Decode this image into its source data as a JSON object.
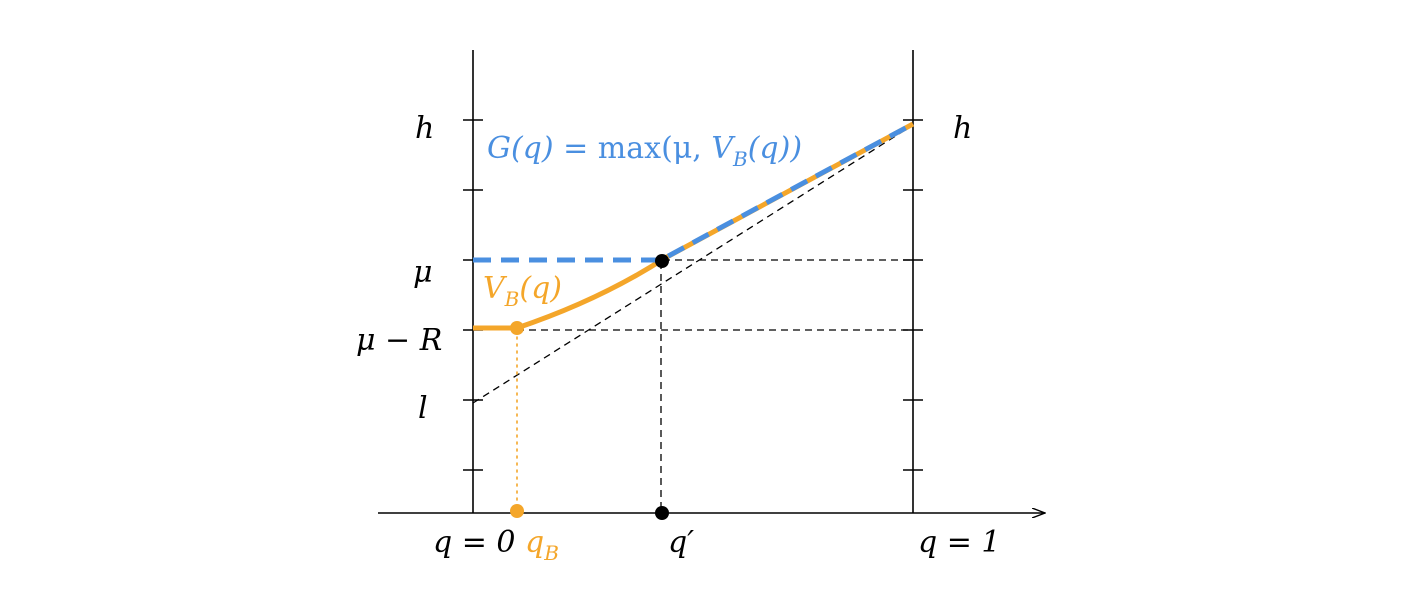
{
  "colors": {
    "orange": "#f4a62a",
    "blue": "#4a8fe0",
    "black": "#000000"
  },
  "y_labels": {
    "h": "h",
    "mu": "μ",
    "mu_minus_r": "μ − R",
    "l": "l",
    "h_right": "h"
  },
  "x_labels": {
    "q0": "q = 0",
    "qb_main": "q",
    "qb_sub": "B",
    "qprime": "q′",
    "q1": "q = 1"
  },
  "curve_labels": {
    "g_prefix": "G(q) = ",
    "g_max": "max",
    "g_open": "(μ, ",
    "g_v": "V",
    "g_v_sub": "B",
    "g_q": "(q))",
    "vb_main": "V",
    "vb_sub": "B",
    "vb_arg": "(q)"
  }
}
